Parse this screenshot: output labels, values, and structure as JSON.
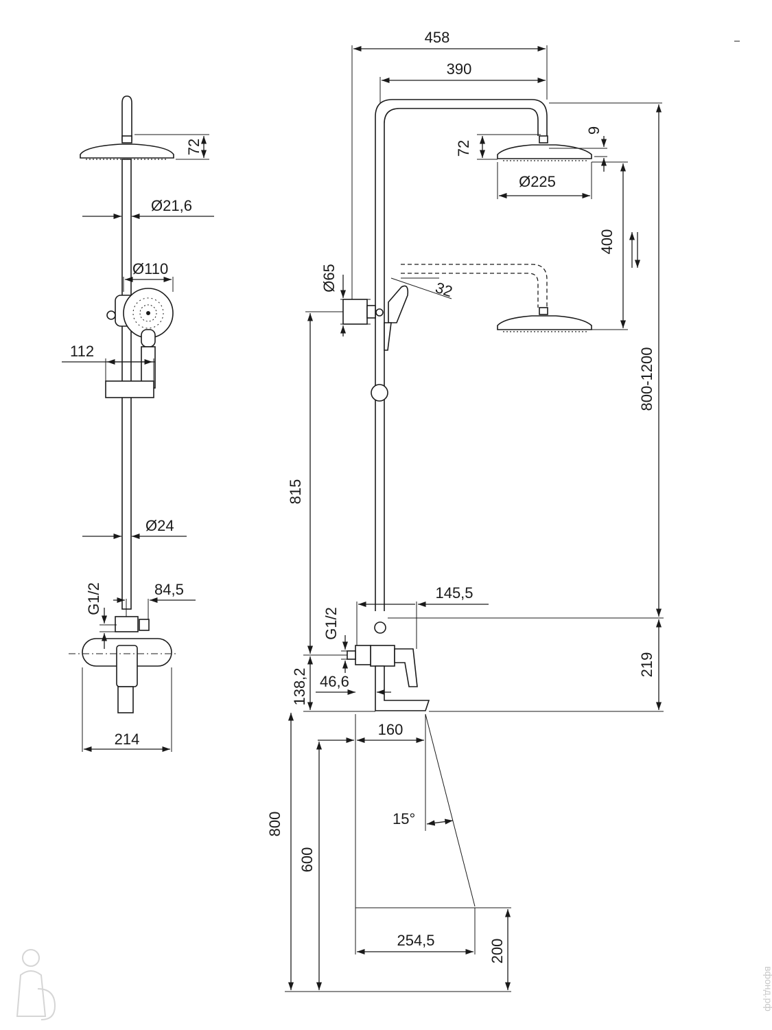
{
  "dimensions": {
    "front_head_height": "72",
    "front_rod_diameter": "Ø21,6",
    "front_handshower_diameter": "Ø110",
    "front_holder_depth": "112",
    "front_pipe_diameter": "Ø24",
    "front_thread": "G1/2",
    "front_eccentric_offset": "84,5",
    "front_mixer_width": "214",
    "side_total_width": "458",
    "side_arm_reach": "390",
    "side_head_offset": "9",
    "side_head_height": "72",
    "side_head_diameter": "Ø225",
    "side_height_adjust": "400",
    "side_flange_diameter": "Ø65",
    "side_handshower_angle": "32",
    "side_total_height_range": "800-1200",
    "side_bracket_height": "815",
    "side_thread": "G1/2",
    "side_mixer_projection": "145,5",
    "side_mixer_height": "219",
    "side_inlet_height": "138,2",
    "side_inlet_offset": "46,6",
    "side_spout_reach": "160",
    "side_spout_angle": "15°",
    "side_floor_height": "800",
    "side_spout_height": "600",
    "side_floor_reach": "254,5",
    "side_floor_clearance": "200"
  },
  "watermark": "вфонд.рф"
}
